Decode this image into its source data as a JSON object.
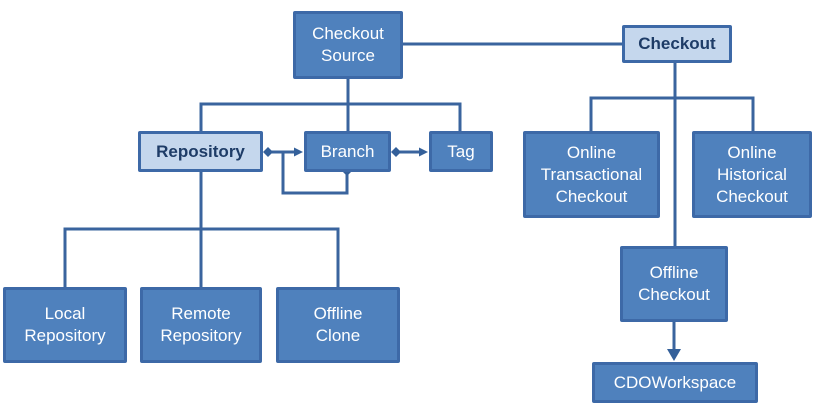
{
  "nodes": {
    "checkout_source": {
      "label": "Checkout\nSource"
    },
    "checkout": {
      "label": "Checkout"
    },
    "repository": {
      "label": "Repository"
    },
    "branch": {
      "label": "Branch"
    },
    "tag": {
      "label": "Tag"
    },
    "online_transactional": {
      "label": "Online\nTransactional\nCheckout"
    },
    "online_historical": {
      "label": "Online\nHistorical\nCheckout"
    },
    "offline_checkout": {
      "label": "Offline\nCheckout"
    },
    "cdoworkspace": {
      "label": "CDOWorkspace"
    },
    "local_repository": {
      "label": "Local\nRepository"
    },
    "remote_repository": {
      "label": "Remote\nRepository"
    },
    "offline_clone": {
      "label": "Offline\nClone"
    }
  },
  "edges": [
    {
      "from": "Checkout Source",
      "to": "Checkout",
      "connector": "plain-line"
    },
    {
      "from": "Checkout Source",
      "to": "Repository",
      "connector": "tree-branch"
    },
    {
      "from": "Checkout Source",
      "to": "Branch",
      "connector": "tree-branch"
    },
    {
      "from": "Checkout Source",
      "to": "Tag",
      "connector": "tree-branch"
    },
    {
      "from": "Repository",
      "to": "Branch",
      "connector": "diamond-to-arrow"
    },
    {
      "from": "Branch",
      "to": "Branch",
      "connector": "diamond-to-arrow-self-loop"
    },
    {
      "from": "Branch",
      "to": "Tag",
      "connector": "diamond-to-arrow"
    },
    {
      "from": "Repository",
      "to": "Local Repository",
      "connector": "tree-branch"
    },
    {
      "from": "Repository",
      "to": "Remote Repository",
      "connector": "tree-branch"
    },
    {
      "from": "Repository",
      "to": "Offline Clone",
      "connector": "tree-branch"
    },
    {
      "from": "Checkout",
      "to": "Online Transactional Checkout",
      "connector": "tree-branch"
    },
    {
      "from": "Checkout",
      "to": "Online Historical Checkout",
      "connector": "tree-branch"
    },
    {
      "from": "Checkout",
      "to": "Offline Checkout",
      "connector": "tree-branch"
    },
    {
      "from": "Offline Checkout",
      "to": "CDOWorkspace",
      "connector": "solid-arrow"
    }
  ],
  "colors": {
    "node_fill": "#4F81BD",
    "node_border": "#3D69A7",
    "node_text": "#FFFFFF",
    "highlight_fill": "#C5D7ED",
    "highlight_text": "#1E3C67",
    "connector": "#3A649E",
    "background": "#FFFFFF"
  }
}
